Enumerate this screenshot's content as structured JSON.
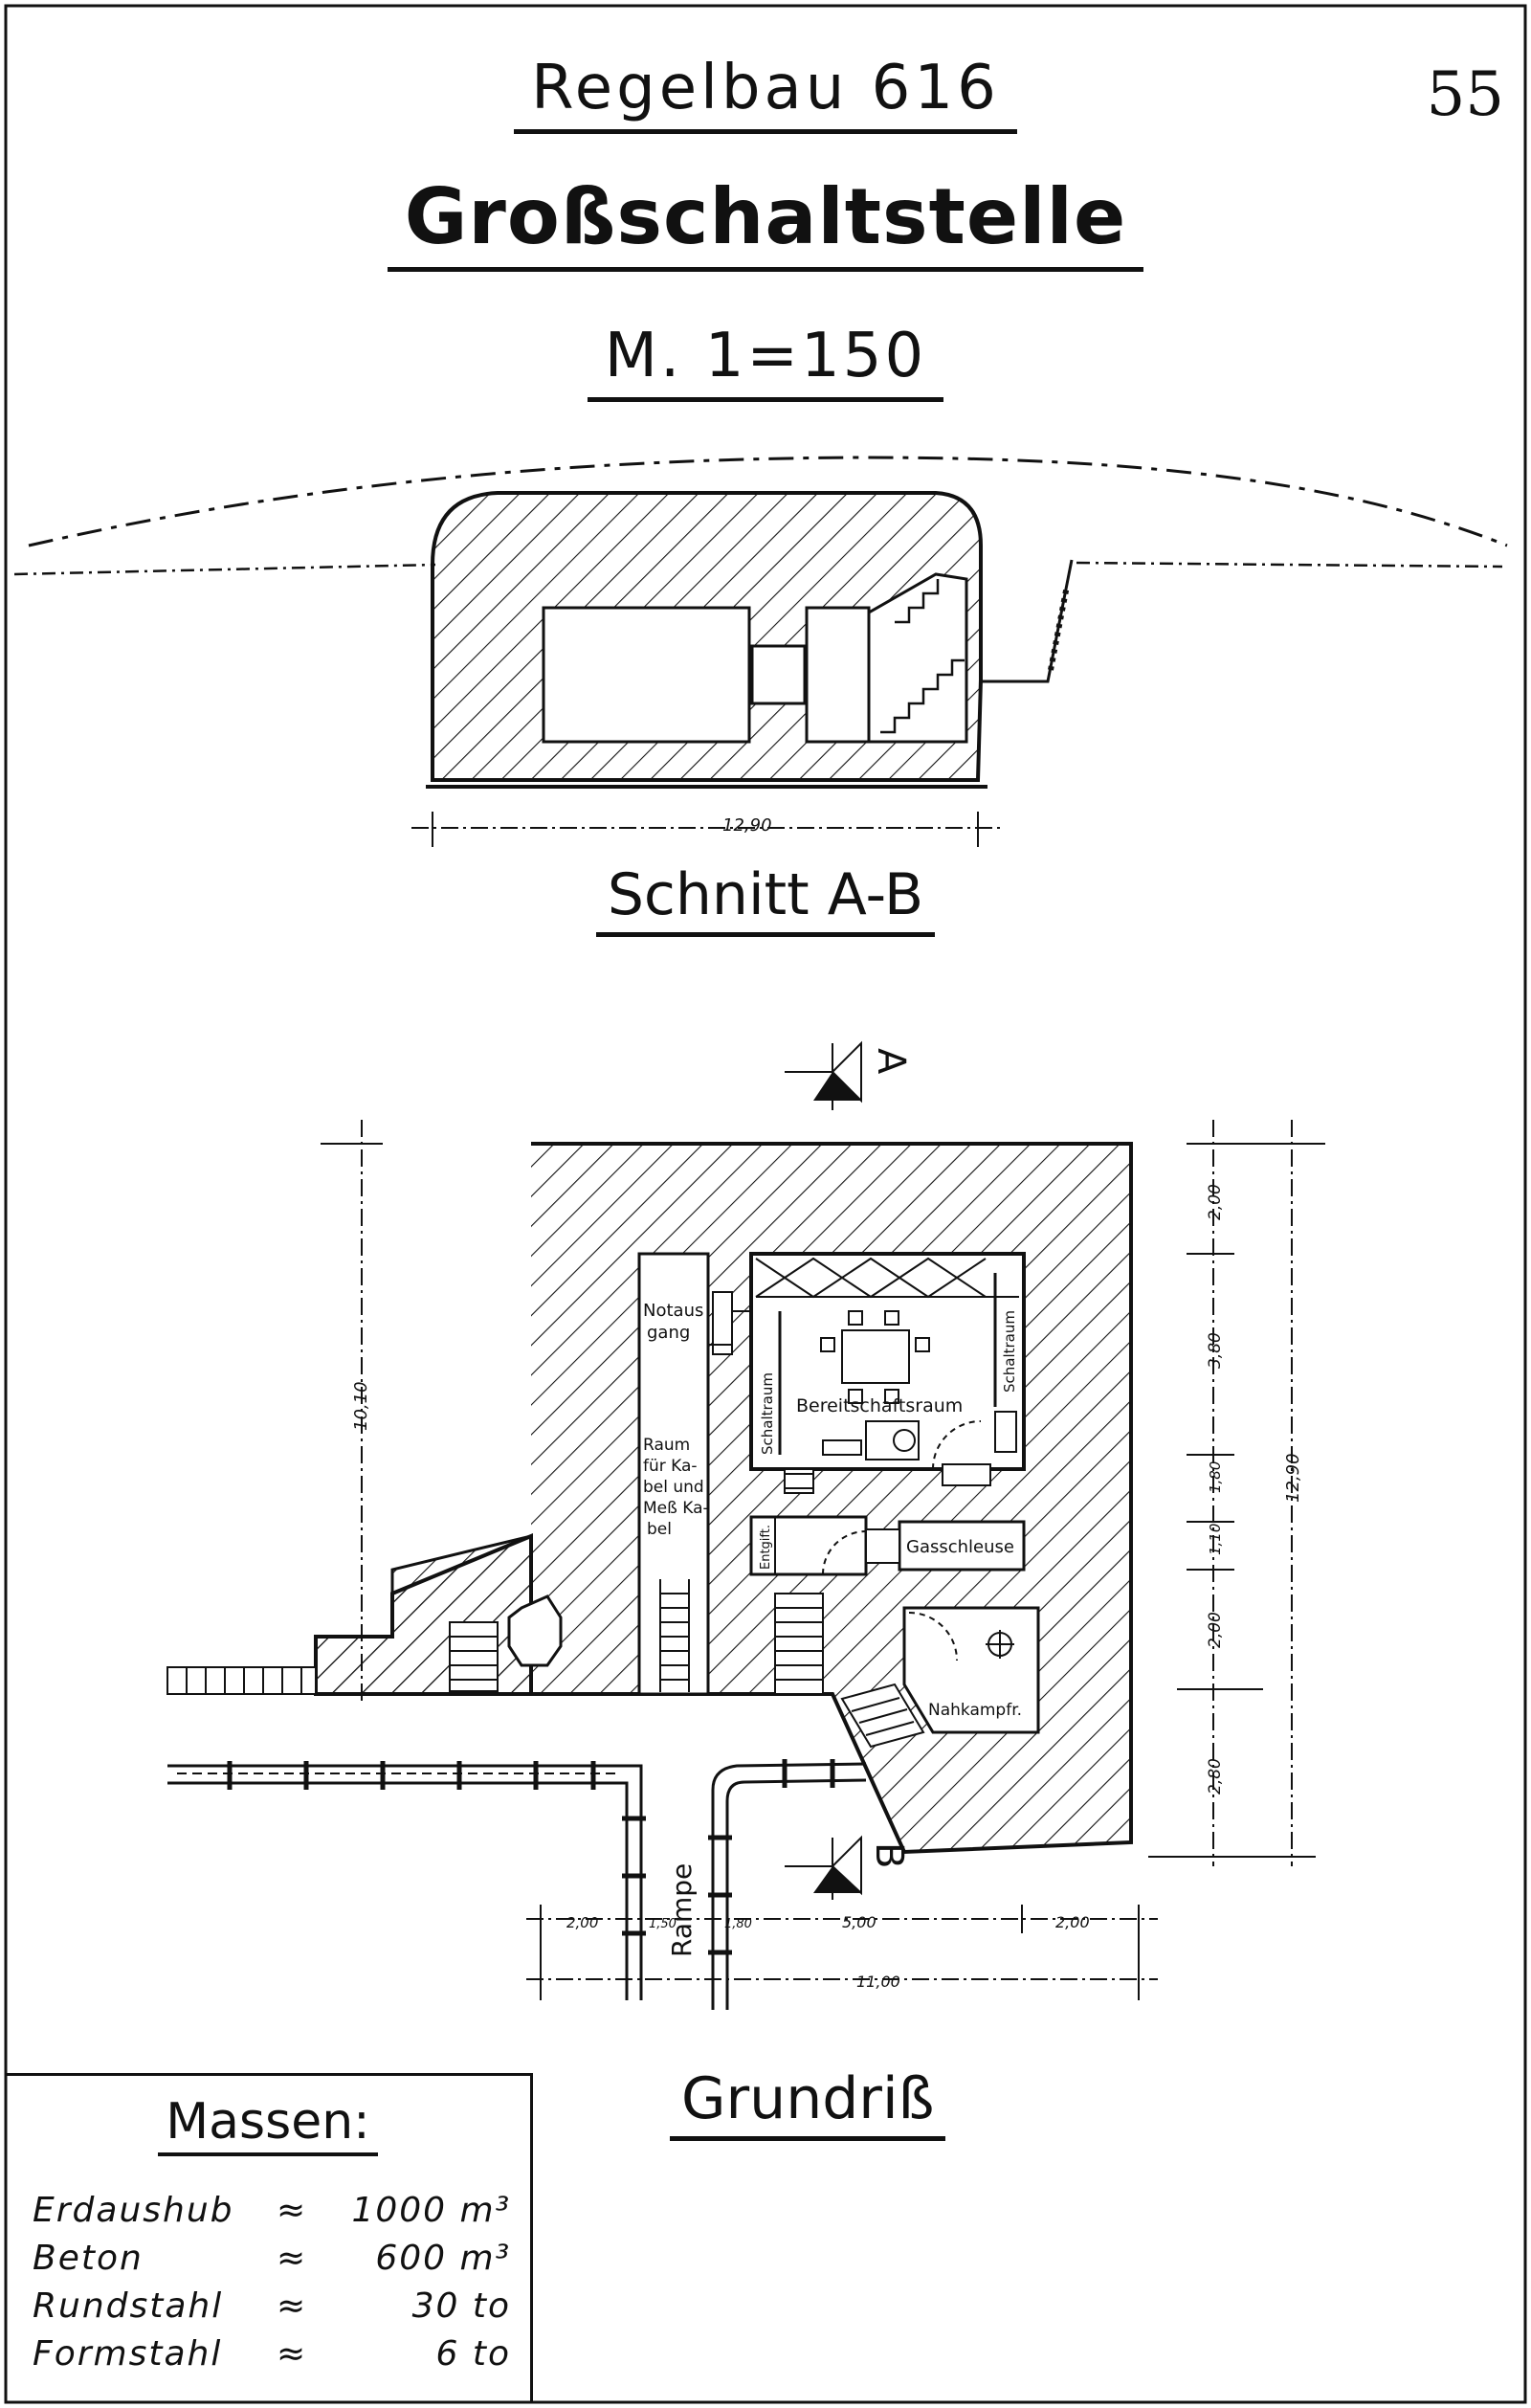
{
  "header": {
    "line1": "Regelbau 616",
    "line2": "Großschaltstelle",
    "line3": "M. 1=150",
    "page_number": "55"
  },
  "section": {
    "title": "Schnitt A-B",
    "dimension": "12,90"
  },
  "plan": {
    "title": "Grundriß",
    "marker_a": "A",
    "marker_b": "B",
    "rooms": {
      "notausgang_1": "Notaus",
      "notausgang_2": "gang",
      "schaltraum_left": "Schaltraum",
      "schaltraum_right": "Schaltraum",
      "bereitschaftsraum": "Bereitschaftsraum",
      "raum_1": "Raum",
      "raum_2": "für Ka-",
      "raum_3": "bel und",
      "raum_4": "Meß Ka-",
      "raum_5": "bel",
      "entgiftung": "Entgift.",
      "gasschleuse": "Gasschleuse",
      "nahkampfraum": "Nahkampfr.",
      "rampe": "Rampe"
    },
    "dims_right": [
      "2,00",
      "3,80",
      "1,80",
      "1,10",
      "2,00",
      "2,80"
    ],
    "dim_right_total": "12,90",
    "dim_left": "10,10",
    "dims_bottom": [
      "2,00",
      "1,50",
      "1,80",
      "5,00",
      "2,00"
    ],
    "dim_bottom_total": "11,00"
  },
  "massen": {
    "title": "Massen:",
    "rows": [
      {
        "label": "Erdaushub",
        "approx": "≈",
        "value": "1000 m³"
      },
      {
        "label": "Beton",
        "approx": "≈",
        "value": "600 m³"
      },
      {
        "label": "Rundstahl",
        "approx": "≈",
        "value": "30 to"
      },
      {
        "label": "Formstahl",
        "approx": "≈",
        "value": "6 to"
      }
    ]
  }
}
